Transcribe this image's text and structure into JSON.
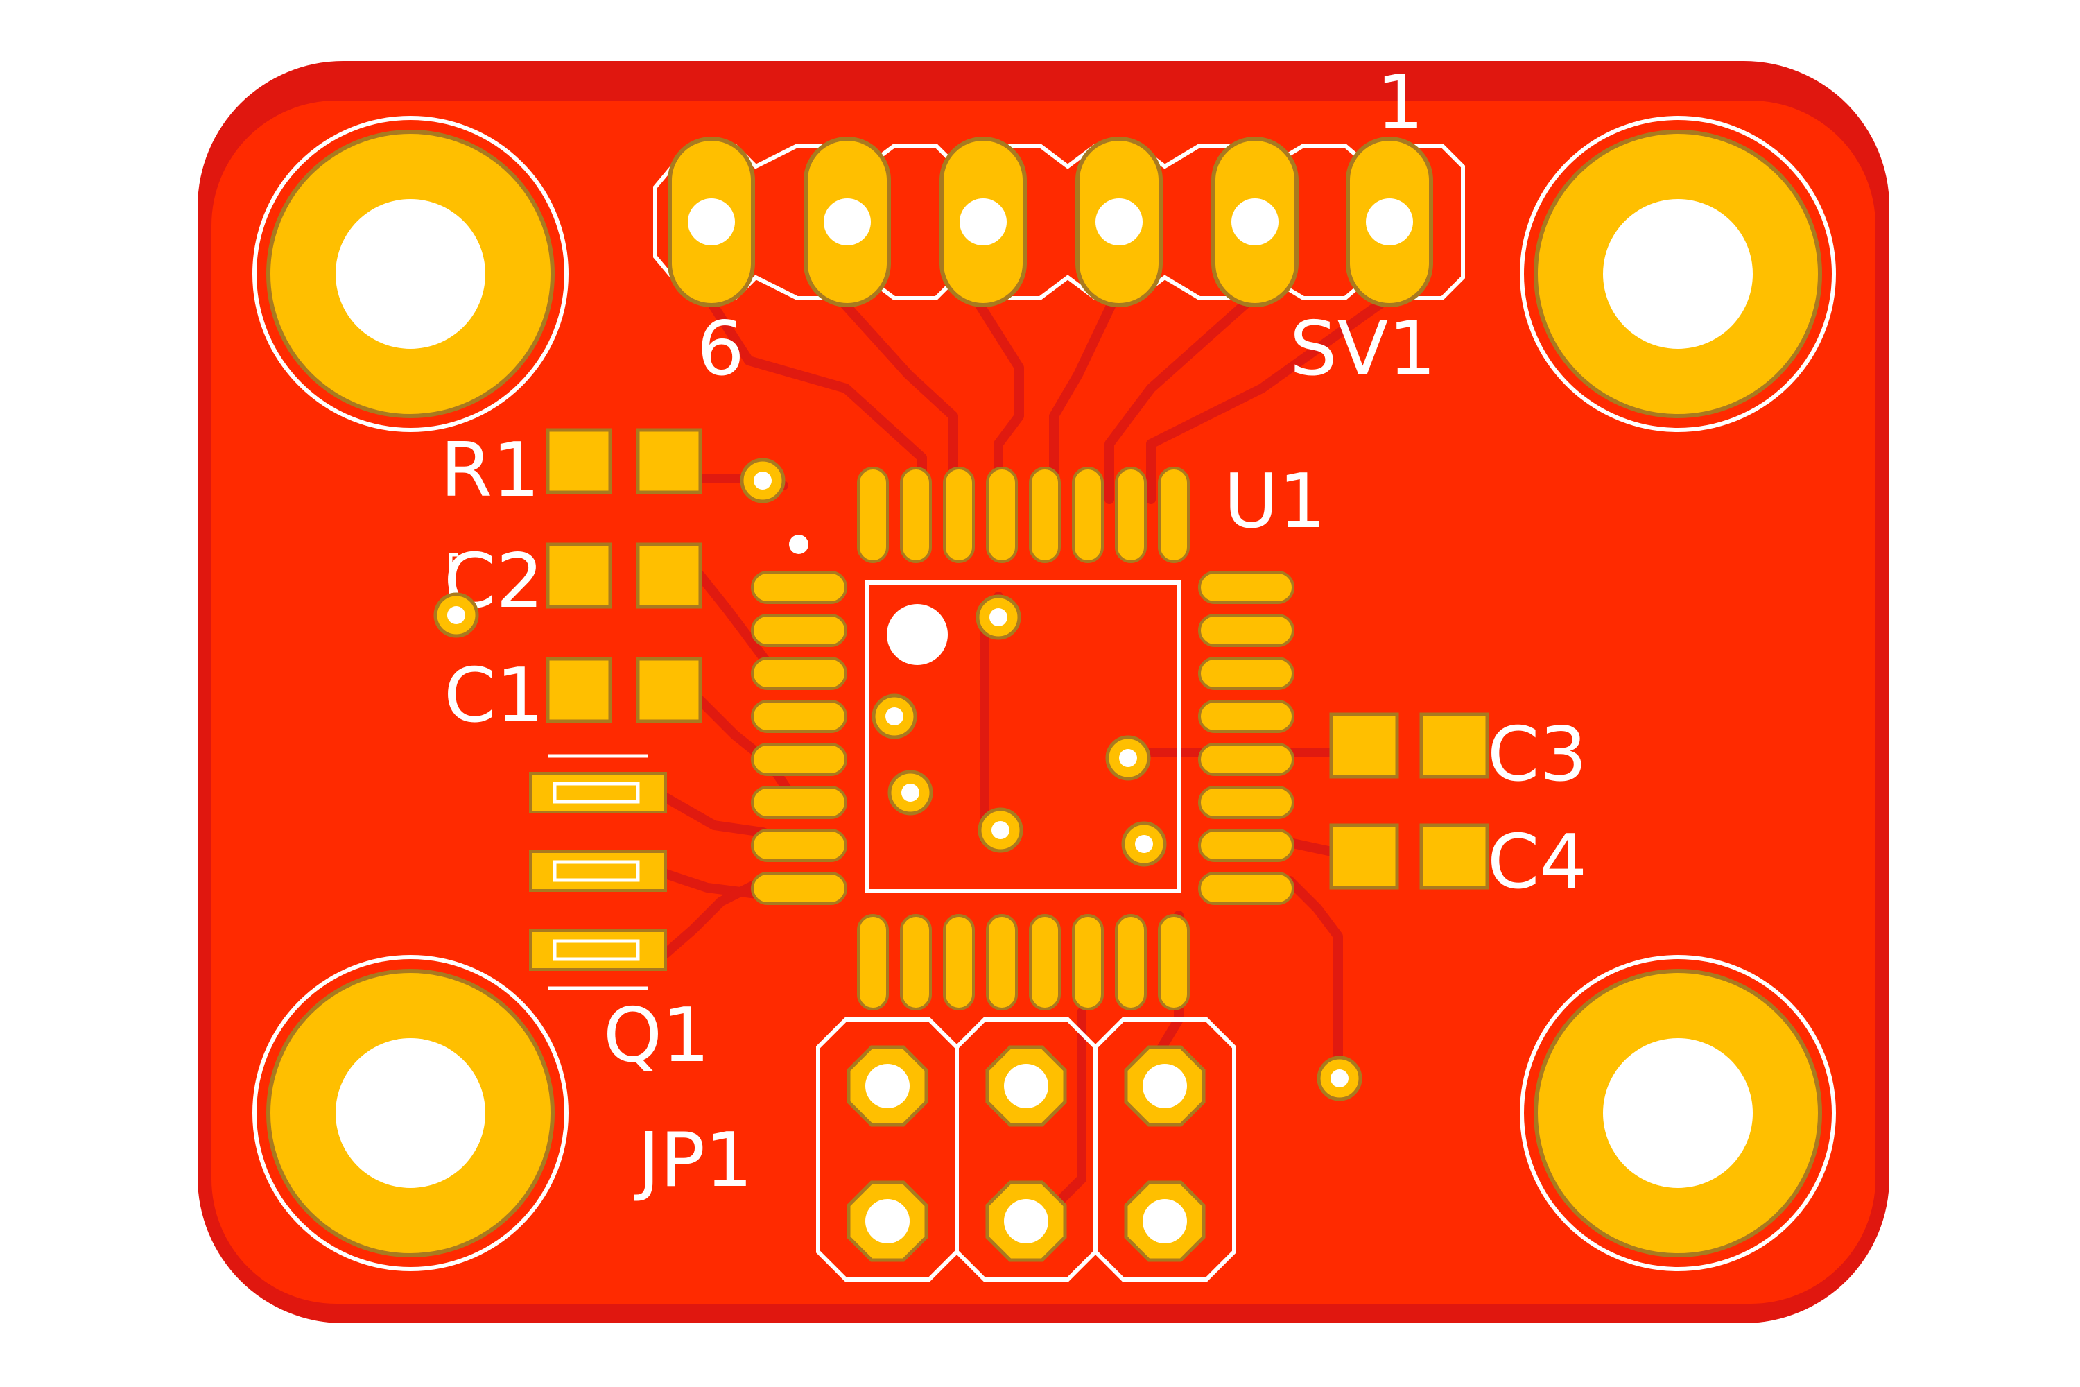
{
  "board": {
    "colors": {
      "background": "#ffffff",
      "board_edge": "#e0170f",
      "copper_pour": "#ff2a00",
      "trace": "#e01a10",
      "pad": "#ffbf00",
      "pad_outline": "#a87a20",
      "silkscreen": "#ffffff",
      "hole": "#ffffff"
    },
    "labels": {
      "header_pin1": "1",
      "header_pin6": "6",
      "header_ref": "SV1",
      "r1": "R1",
      "c2": "C2",
      "c1": "C1",
      "c3": "C3",
      "c4": "C4",
      "u1": "U1",
      "q1": "Q1",
      "jp1": "JP1"
    }
  }
}
